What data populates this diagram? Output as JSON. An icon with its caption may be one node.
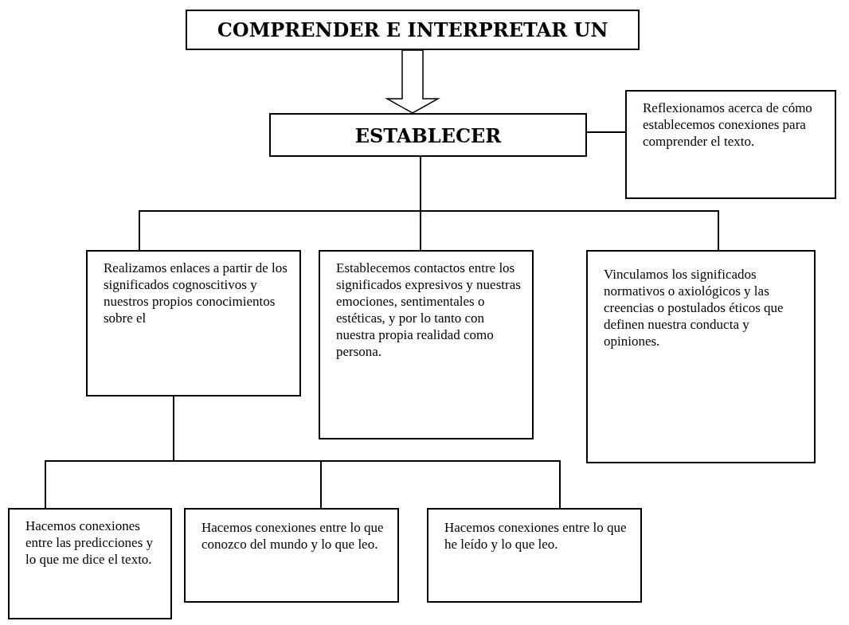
{
  "diagram": {
    "nodes": [
      {
        "text": [
          "COMPRENDER E INTERPRETAR UN"
        ]
      },
      {
        "text": [
          "ESTABLECER"
        ]
      },
      {
        "text": [
          "Reflexionamos acerca de cómo establecemos conexiones para comprender el texto."
        ]
      },
      {
        "text": [
          "Realizamos enlaces a partir de los significados cognoscitivos y nuestros propios conocimientos sobre el"
        ]
      },
      {
        "text": [
          "Establecemos contactos entre los significados expresivos y nuestras emociones, sentimentales o estéticas, y por lo tanto con nuestra propia realidad como persona."
        ]
      },
      {
        "text": [
          "Vinculamos los significados normativos o axiológicos y las creencias o postulados éticos que definen nuestra conducta y opiniones."
        ]
      },
      {
        "text": [
          "Hacemos conexiones entre las predicciones y lo que me dice el texto."
        ]
      },
      {
        "text": [
          "Hacemos conexiones entre lo que conozco del mundo y lo que leo."
        ]
      },
      {
        "text": [
          "Hacemos conexiones entre lo que he leído y lo que leo."
        ]
      }
    ],
    "edges": [
      {
        "from": 0,
        "to": 1,
        "arrow": "to"
      },
      {
        "from": 1,
        "to": 2,
        "arrow": "none"
      },
      {
        "from": 1,
        "to": 3,
        "arrow": "none"
      },
      {
        "from": 1,
        "to": 4,
        "arrow": "none"
      },
      {
        "from": 1,
        "to": 5,
        "arrow": "none"
      },
      {
        "from": 3,
        "to": 6,
        "arrow": "none"
      },
      {
        "from": 3,
        "to": 7,
        "arrow": "none"
      },
      {
        "from": 3,
        "to": 8,
        "arrow": "none"
      }
    ]
  }
}
